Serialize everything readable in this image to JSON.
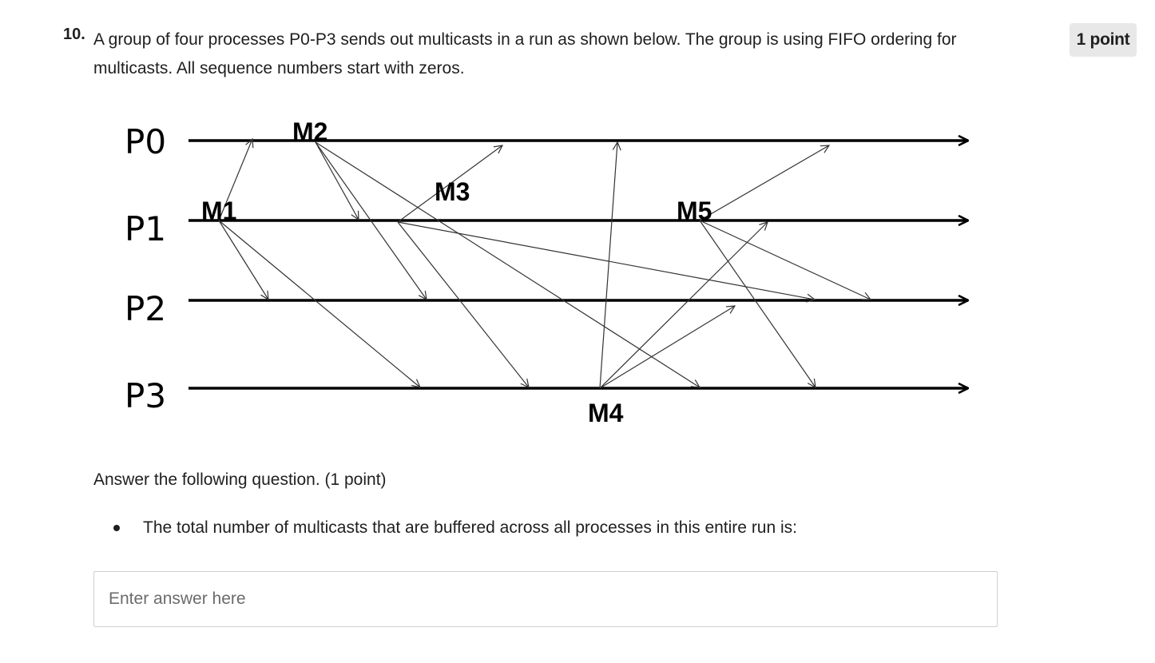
{
  "question": {
    "number": "10.",
    "text": "A group of four processes P0-P3 sends out multicasts in a run as shown below. The group is using FIFO ordering for multicasts. All sequence numbers start with zeros.",
    "points_badge": "1 point"
  },
  "diagram": {
    "process_labels": [
      "P0",
      "P1",
      "P2",
      "P3"
    ],
    "message_labels": [
      "M1",
      "M2",
      "M3",
      "M4",
      "M5"
    ]
  },
  "prompt": {
    "instruction": "Answer the following question. (1 point)",
    "bullet": "The total number of multicasts that are buffered across all processes in this entire run is:"
  },
  "answer": {
    "placeholder": "Enter answer here",
    "value": ""
  }
}
